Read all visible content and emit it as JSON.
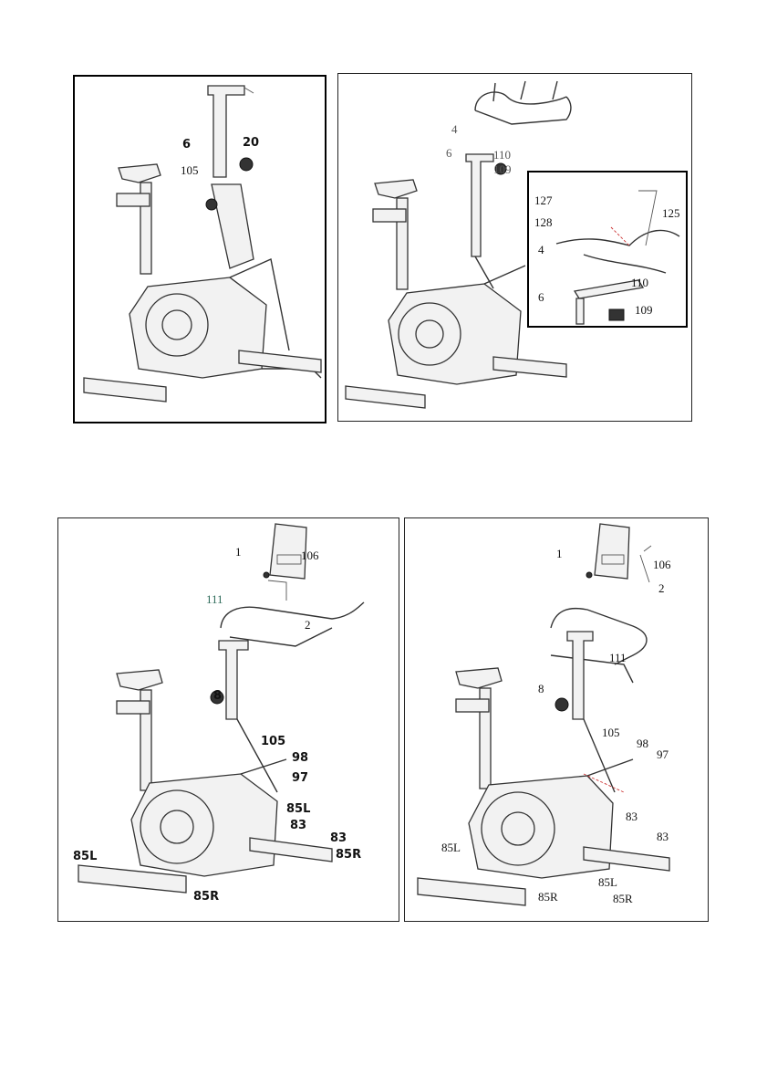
{
  "panels": {
    "top_left": {
      "labels": [
        "6",
        "20",
        "105"
      ]
    },
    "top_right": {
      "labels": [
        "4",
        "6",
        "110",
        "109"
      ],
      "inset_labels": [
        "127",
        "128",
        "125",
        "4",
        "6",
        "110",
        "109"
      ]
    },
    "bottom_left": {
      "labels": [
        "1",
        "106",
        "111",
        "2",
        "8",
        "105",
        "98",
        "97",
        "85L",
        "83",
        "83",
        "85R",
        "85L",
        "85R"
      ]
    },
    "bottom_right": {
      "labels": [
        "1",
        "106",
        "2",
        "111",
        "8",
        "105",
        "98",
        "97",
        "83",
        "83",
        "85L",
        "85L",
        "85R",
        "85R"
      ]
    }
  }
}
